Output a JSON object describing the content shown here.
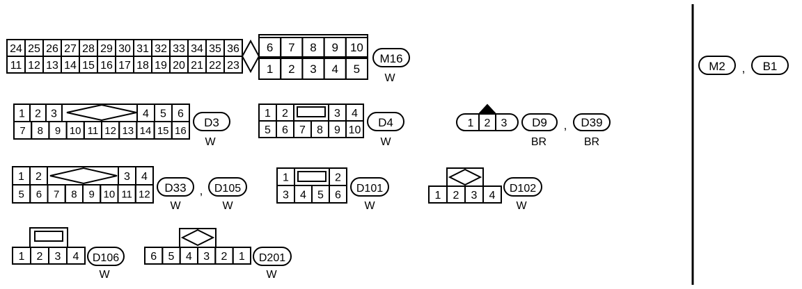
{
  "colors": {
    "ink": "#000000",
    "background": "#ffffff"
  },
  "connectors": {
    "m16": {
      "id": "M16",
      "color": "W",
      "left_top": [
        "24",
        "25",
        "26",
        "27",
        "28",
        "29",
        "30",
        "31",
        "32",
        "33",
        "34",
        "35",
        "36"
      ],
      "left_bottom": [
        "11",
        "12",
        "13",
        "14",
        "15",
        "16",
        "17",
        "18",
        "19",
        "20",
        "21",
        "22",
        "23"
      ],
      "right_top": [
        "6",
        "7",
        "8",
        "9",
        "10"
      ],
      "right_bottom": [
        "1",
        "2",
        "3",
        "4",
        "5"
      ]
    },
    "d3": {
      "id": "D3",
      "color": "W",
      "top_left": [
        "1",
        "2",
        "3"
      ],
      "top_right": [
        "4",
        "5",
        "6"
      ],
      "bottom": [
        "7",
        "8",
        "9",
        "10",
        "11",
        "12",
        "13",
        "14",
        "15",
        "16"
      ]
    },
    "d4": {
      "id": "D4",
      "color": "W",
      "top_left": [
        "1",
        "2"
      ],
      "top_right": [
        "3",
        "4"
      ],
      "bottom": [
        "5",
        "6",
        "7",
        "8",
        "9",
        "10"
      ]
    },
    "d9_d39": {
      "ids": [
        "D9",
        "D39"
      ],
      "colors": [
        "BR",
        "BR"
      ],
      "separator": ",",
      "pins": [
        "1",
        "2",
        "3"
      ]
    },
    "d33_d105": {
      "ids": [
        "D33",
        "D105"
      ],
      "colors": [
        "W",
        "W"
      ],
      "separator": ",",
      "top_left": [
        "1",
        "2"
      ],
      "top_right": [
        "3",
        "4"
      ],
      "bottom": [
        "5",
        "6",
        "7",
        "8",
        "9",
        "10",
        "11",
        "12"
      ]
    },
    "d101": {
      "id": "D101",
      "color": "W",
      "top_left": [
        "1"
      ],
      "top_right": [
        "2"
      ],
      "bottom": [
        "3",
        "4",
        "5",
        "6"
      ]
    },
    "d102": {
      "id": "D102",
      "color": "W",
      "pins": [
        "1",
        "2",
        "3",
        "4"
      ]
    },
    "d106": {
      "id": "D106",
      "color": "W",
      "pins": [
        "1",
        "2",
        "3",
        "4"
      ]
    },
    "d201": {
      "id": "D201",
      "color": "W",
      "pins": [
        "6",
        "5",
        "4",
        "3",
        "2",
        "1"
      ]
    }
  },
  "side_panel": {
    "ids": [
      "M2",
      "B1"
    ],
    "separator": ","
  }
}
